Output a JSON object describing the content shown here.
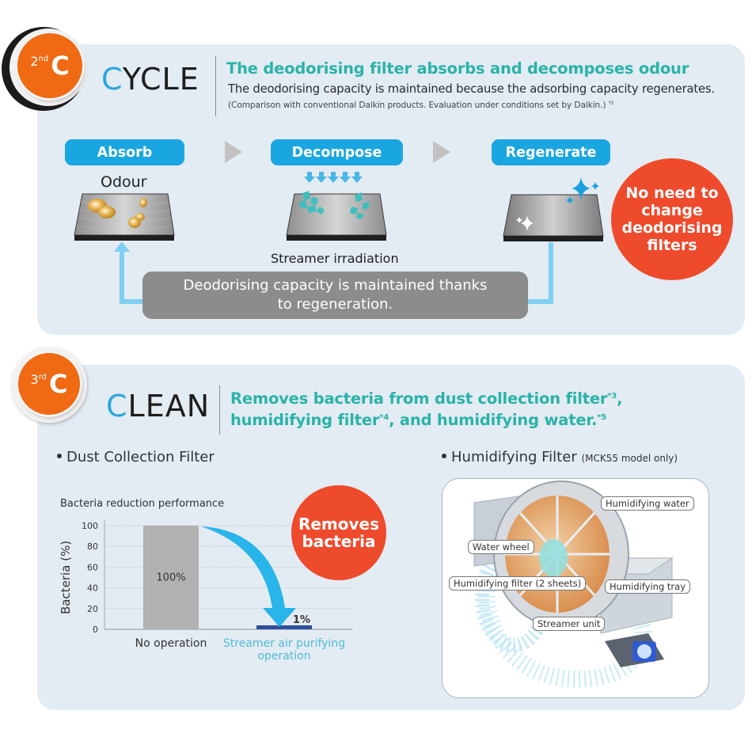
{
  "colors": {
    "panel_bg": "#e3ebf3",
    "badge_orange": "#ef6a12",
    "title_accent_blue": "#2aa7dc",
    "headline_teal": "#2ab3a8",
    "pill_blue": "#1aa6e0",
    "alert_red": "#ee4a2c",
    "info_gray": "#8c8c8c",
    "connector_blue": "#7fcff2",
    "bar_gray": "#b1b1b1",
    "bar_navy": "#2e4f9a"
  },
  "cycle": {
    "badge": {
      "ordinal": "2",
      "suffix": "nd",
      "letter": "C"
    },
    "title_first": "C",
    "title_rest": "YCLE",
    "headline": "The deodorising filter absorbs and decomposes odour",
    "subline": "The deodorising capacity is maintained because the adsorbing capacity regenerates.",
    "note": "(Comparison with conventional Daikin products. Evaluation under conditions set by Daikin.)",
    "note_ref": "*2",
    "steps": [
      {
        "label": "Absorb",
        "caption": "Odour",
        "icon": "filter-with-odour-icon"
      },
      {
        "label": "Decompose",
        "caption": "Streamer irradiation",
        "icon": "filter-decomposing-icon"
      },
      {
        "label": "Regenerate",
        "caption": "",
        "icon": "filter-sparkle-icon"
      }
    ],
    "step_arrow_icon": "play-arrow-icon",
    "callout_circle": [
      "No need to",
      "change",
      "deodorising",
      "filters"
    ],
    "loop_text_line1": "Deodorising capacity is maintained thanks",
    "loop_text_line2": "to regeneration."
  },
  "clean": {
    "badge": {
      "ordinal": "3",
      "suffix": "rd",
      "letter": "C"
    },
    "title_first": "C",
    "title_rest": "LEAN",
    "headline_line1": "Removes bacteria from dust collection filter",
    "headline_ref1": "*3",
    "headline_line1_end": ",",
    "headline_line2a": "humidifying filter",
    "headline_ref2": "*4",
    "headline_line2b": ", and humidifying water.",
    "headline_ref3": "*5",
    "dust_section_title": "Dust Collection Filter",
    "humid_section_title": "Humidifying Filter",
    "humid_section_note": "(MCK55 model only)",
    "callout_circle": [
      "Removes",
      "bacteria"
    ],
    "illustration": {
      "callouts": [
        "Humidifying water",
        "Water wheel",
        "Humidifying filter (2 sheets)",
        "Humidifying tray",
        "Streamer unit"
      ]
    }
  },
  "chart_data": {
    "type": "bar",
    "title": "Bacteria reduction performance",
    "xlabel": "",
    "ylabel": "Bacteria (%)",
    "categories": [
      "No operation",
      "Streamer air purifying operation"
    ],
    "category_lines": [
      [
        "No operation"
      ],
      [
        "Streamer air purifying",
        "operation"
      ]
    ],
    "values": [
      100,
      1
    ],
    "data_labels": [
      "100%",
      "1%"
    ],
    "ylim": [
      0,
      100
    ],
    "yticks": [
      0,
      20,
      40,
      60,
      80,
      100
    ],
    "grid": true,
    "legend": "none",
    "annotation": "downward arrow from 100% bar to 1% bar"
  }
}
